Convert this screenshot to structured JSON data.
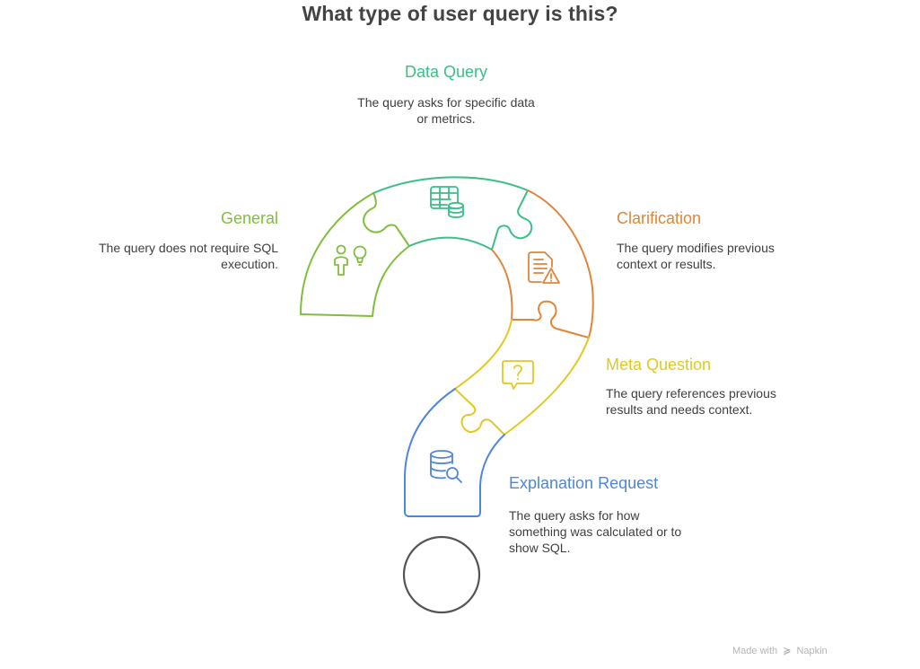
{
  "title": "What type of user query is this?",
  "colors": {
    "data_query": "#3bbf86",
    "general": "#7fbf3b",
    "clarification": "#e0853a",
    "meta_question": "#e2c91e",
    "explanation_request": "#4f86d9",
    "dot": "#555555"
  },
  "sections": [
    {
      "id": "data_query",
      "heading": "Data Query",
      "description_lines": [
        "The query asks for specific data",
        "or metrics."
      ],
      "icon": "table-database-icon"
    },
    {
      "id": "general",
      "heading": "General",
      "description_lines": [
        "The query does not require SQL",
        "execution."
      ],
      "icon": "person-lightbulb-icon"
    },
    {
      "id": "clarification",
      "heading": "Clarification",
      "description_lines": [
        "The query modifies previous",
        "context or results."
      ],
      "icon": "document-warning-icon"
    },
    {
      "id": "meta_question",
      "heading": "Meta Question",
      "description_lines": [
        "The query references previous",
        "results and needs context."
      ],
      "icon": "question-bubble-icon"
    },
    {
      "id": "explanation_request",
      "heading": "Explanation Request",
      "description_lines": [
        "The query asks for how",
        "something was calculated or to",
        "show SQL."
      ],
      "icon": "database-search-icon"
    }
  ],
  "footer": {
    "made_with": "Made with",
    "brand": "Napkin",
    "brand_mark": "≽"
  }
}
